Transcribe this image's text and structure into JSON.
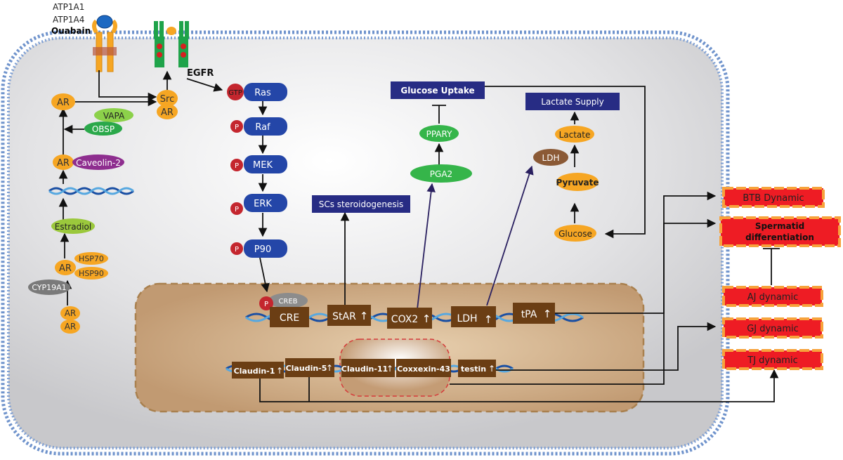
{
  "receptors": {
    "atp1a1": "ATP1A1",
    "atp1a4": "ATP1A4",
    "ouabain": "Ouabain",
    "egfr": "EGFR"
  },
  "left_pathway": {
    "src": "Src",
    "src_ar": "AR",
    "ar_top": "AR",
    "vapa": "VAPA",
    "obsp": "OBSP",
    "ar_caveolin": "AR",
    "caveolin": "Caveolin-2",
    "estradiol": "Estradiol",
    "ar_hsp": "AR",
    "hsp70": "HSP70",
    "hsp90": "HSP90",
    "cyp19a1": "CYP19A1",
    "ar_bottom1": "AR",
    "ar_bottom2": "AR"
  },
  "kinase_cascade": {
    "gtp": "GTP",
    "ras": "Ras",
    "raf": "Raf",
    "mek": "MEK",
    "erk": "ERK",
    "p90": "P90",
    "phospho": "P"
  },
  "metabolism": {
    "glucose_uptake": "Glucose Uptake",
    "ppary": "PPARY",
    "pga2": "PGA2",
    "lactate_supply": "Lactate Supply",
    "lactate": "Lactate",
    "ldh": "LDH",
    "pyruvate": "Pyruvate",
    "glucose": "Glucose",
    "steroidogenesis": "SCs steroidogenesis"
  },
  "nucleus": {
    "creb": "CREB",
    "cre": "CRE",
    "star": "StAR",
    "cox2": "COX2",
    "ldh": "LDH",
    "tpa": "tPA",
    "claudin1": "Claudin-1",
    "claudin5": "Claudin-5",
    "claudin11": "Claudin-11",
    "connexin43": "Coxxexin-43",
    "testin": "testin"
  },
  "outcomes": {
    "btb": "BTB Dynamic",
    "spermatid_line1": "Spermatid",
    "spermatid_line2": "differentiation",
    "aj": "AJ dynamic",
    "gj": "GJ dynamic",
    "tj": "TJ dynamic"
  },
  "colors": {
    "membrane": "#6f93cc",
    "cytoplasm": "#d8d8da",
    "nucleus": "#c9a27a",
    "kinase": "#2446a8",
    "ar": "#f6a623",
    "green": "#35b54a",
    "gene_box": "#6b3e14",
    "outcome": "#ee1c24",
    "outcome_border": "#f7a23b",
    "process": "#272c84"
  }
}
